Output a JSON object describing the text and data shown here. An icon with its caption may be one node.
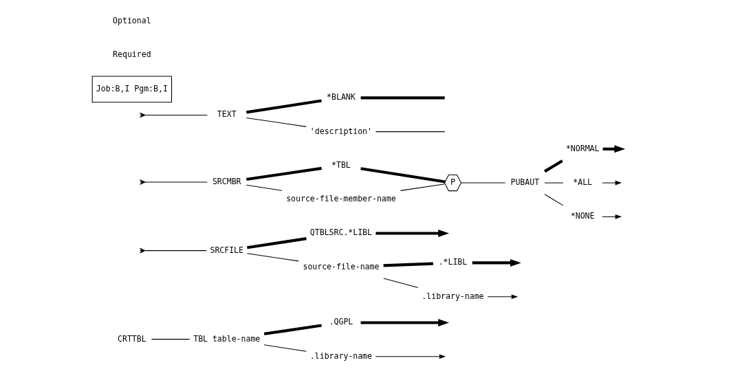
{
  "diagram": {
    "nodes": [
      {
        "text": [
          "CRTTBL"
        ]
      },
      {
        "text": [
          "TBL table-name"
        ]
      },
      {
        "text": [
          ".QGPL"
        ]
      },
      {
        "text": [
          ".library-name"
        ]
      },
      {
        "text": [
          "SRCFILE"
        ]
      },
      {
        "text": [
          "QTBLSRC.*LIBL"
        ]
      },
      {
        "text": [
          "source-file-name"
        ]
      },
      {
        "text": [
          ".*LIBL"
        ]
      },
      {
        "text": [
          ".library-name"
        ]
      },
      {
        "text": [
          "SRCMBR"
        ]
      },
      {
        "text": [
          "*TBL"
        ]
      },
      {
        "text": [
          "source-file-member-name"
        ]
      },
      {
        "text": [
          "P"
        ]
      },
      {
        "text": [
          "PUBAUT"
        ]
      },
      {
        "text": [
          "*NORMAL"
        ]
      },
      {
        "text": [
          "*ALL"
        ]
      },
      {
        "text": [
          "*NONE"
        ]
      },
      {
        "text": [
          "TEXT"
        ]
      },
      {
        "text": [
          "*BLANK"
        ]
      },
      {
        "text": [
          "'description'"
        ]
      },
      {
        "text": [
          "Job:B,I Pgm:B,I"
        ]
      }
    ],
    "edges": [
      {
        "from": 0,
        "to": 1,
        "arrow": "none"
      },
      {
        "from": 1,
        "to": 2,
        "arrow": "none",
        "style": "thick"
      },
      {
        "from": 1,
        "to": 3,
        "arrow": "none"
      },
      {
        "from": 2,
        "to": null,
        "arrow": "to",
        "style": "thick"
      },
      {
        "from": 3,
        "to": null,
        "arrow": "to"
      },
      {
        "from": null,
        "to": 4,
        "arrow": "other"
      },
      {
        "from": 4,
        "to": 5,
        "arrow": "none",
        "style": "thick"
      },
      {
        "from": 4,
        "to": 6,
        "arrow": "none"
      },
      {
        "from": 6,
        "to": 7,
        "arrow": "none",
        "style": "thick"
      },
      {
        "from": 6,
        "to": 8,
        "arrow": "none"
      },
      {
        "from": 5,
        "to": null,
        "arrow": "to",
        "style": "thick"
      },
      {
        "from": 7,
        "to": null,
        "arrow": "to",
        "style": "thick"
      },
      {
        "from": 8,
        "to": null,
        "arrow": "to"
      },
      {
        "from": null,
        "to": 9,
        "arrow": "other"
      },
      {
        "from": 9,
        "to": 10,
        "arrow": "none",
        "style": "thick"
      },
      {
        "from": 9,
        "to": 11,
        "arrow": "none"
      },
      {
        "from": 10,
        "to": 12,
        "arrow": "none",
        "style": "thick"
      },
      {
        "from": 11,
        "to": 12,
        "arrow": "none"
      },
      {
        "from": 12,
        "to": 13,
        "arrow": "none"
      },
      {
        "from": 13,
        "to": 14,
        "arrow": "none",
        "style": "thick"
      },
      {
        "from": 13,
        "to": 15,
        "arrow": "none"
      },
      {
        "from": 13,
        "to": 16,
        "arrow": "none"
      },
      {
        "from": 14,
        "to": null,
        "arrow": "to",
        "style": "thick"
      },
      {
        "from": 15,
        "to": null,
        "arrow": "to"
      },
      {
        "from": 16,
        "to": null,
        "arrow": "to"
      },
      {
        "from": null,
        "to": 17,
        "arrow": "other"
      },
      {
        "from": 17,
        "to": 18,
        "arrow": "none",
        "style": "thick"
      },
      {
        "from": 17,
        "to": 19,
        "arrow": "none"
      },
      {
        "from": 18,
        "to": null,
        "arrow": "none",
        "style": "thick"
      },
      {
        "from": 19,
        "to": null,
        "arrow": "none"
      }
    ],
    "labels": [
      "Required",
      "Optional"
    ]
  }
}
